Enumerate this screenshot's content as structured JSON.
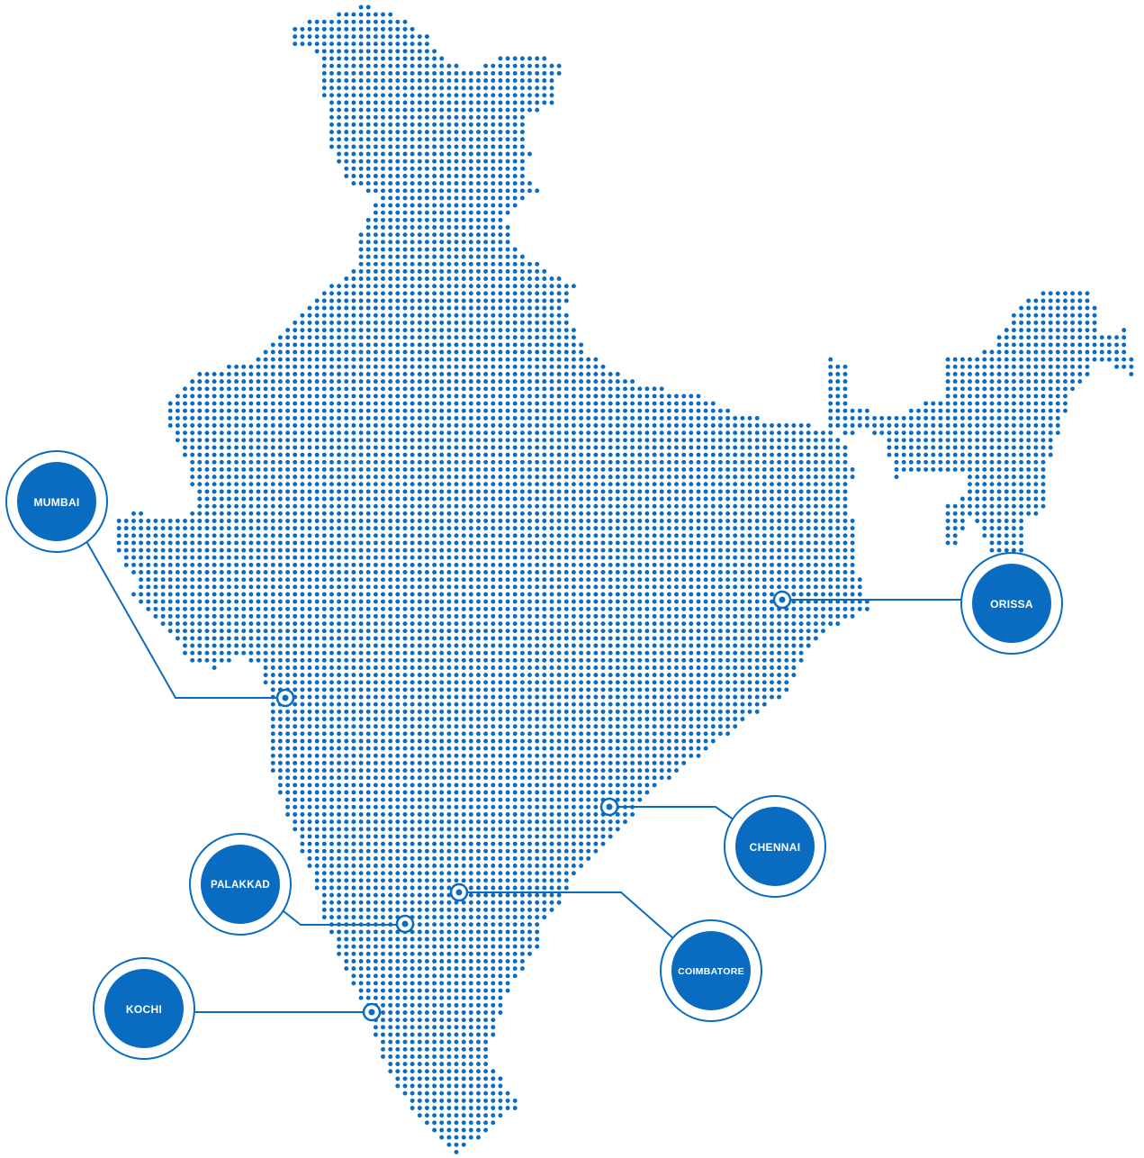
{
  "map": {
    "accent_color": "#0a6cc0",
    "background_color": "#ffffff",
    "locations": [
      {
        "id": "mumbai",
        "label": "MUMBAI"
      },
      {
        "id": "orissa",
        "label": "ORISSA"
      },
      {
        "id": "chennai",
        "label": "CHENNAI"
      },
      {
        "id": "palakkad",
        "label": "PALAKKAD"
      },
      {
        "id": "coimbatore",
        "label": "COIMBATORE"
      },
      {
        "id": "kochi",
        "label": "KOCHI"
      }
    ]
  }
}
